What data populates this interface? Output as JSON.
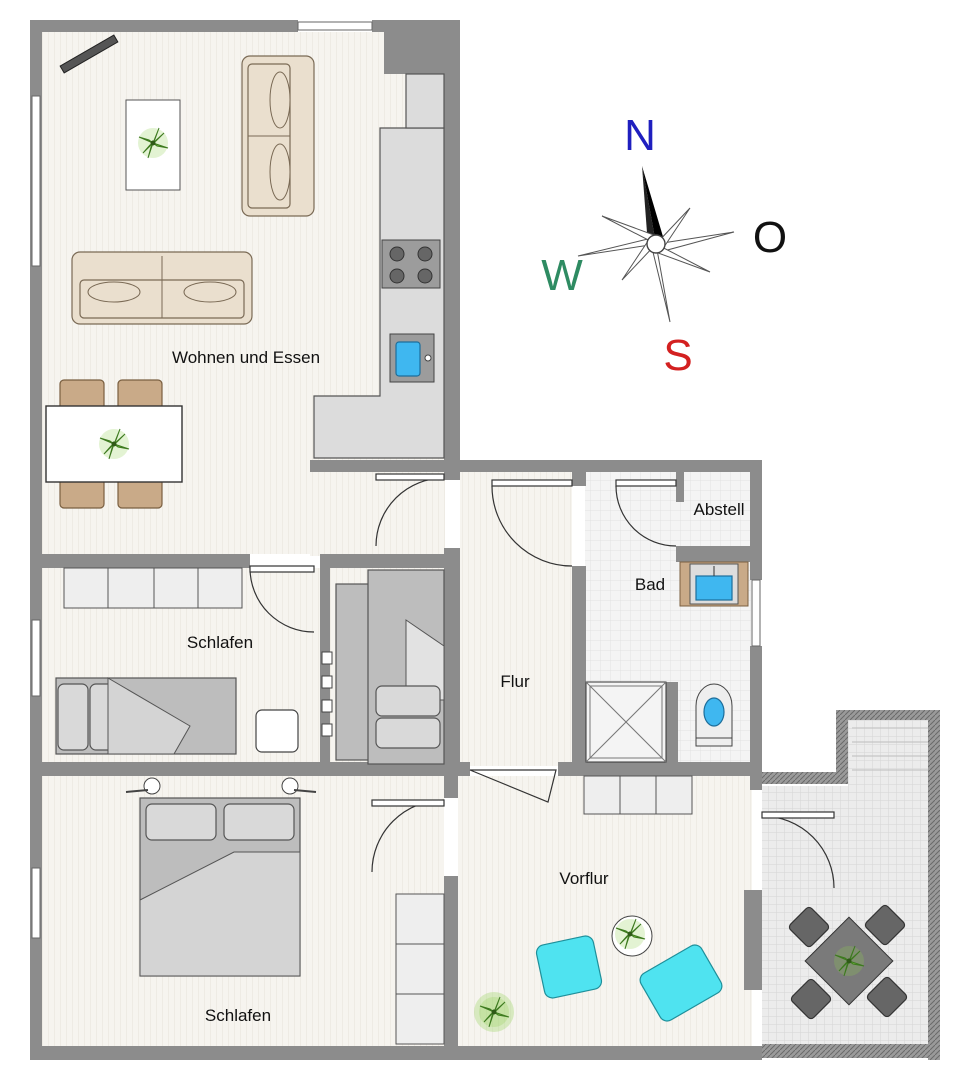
{
  "rooms": {
    "wohnen": "Wohnen und Essen",
    "abstell": "Abstell",
    "bad": "Bad",
    "schlafen1": "Schlafen",
    "flur": "Flur",
    "vorflur": "Vorflur",
    "schlafen2": "Schlafen"
  },
  "compass": {
    "north": "N",
    "east": "O",
    "south": "S",
    "west": "W",
    "north_color": "#1f1fbf",
    "east_color": "#111111",
    "south_color": "#d32020",
    "west_color": "#2e8b62"
  },
  "colors": {
    "wall": "#8c8c8c",
    "floor": "#f6f4ef",
    "water": "#3fb7f0",
    "chair_accent": "#4fe3f0",
    "plant": "#7cc442"
  }
}
